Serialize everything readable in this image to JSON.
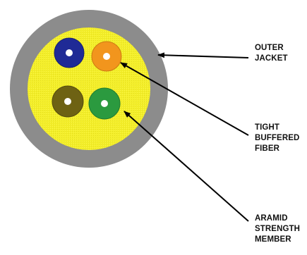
{
  "labels": {
    "outer_jacket": [
      "OUTER",
      "JACKET"
    ],
    "tight_buffered_fiber": [
      "TIGHT",
      "BUFFERED",
      "FIBER"
    ],
    "aramid_strength_member": [
      "ARAMID",
      "STRENGTH",
      "MEMBER"
    ]
  },
  "components": {
    "outer_jacket": "outer-jacket",
    "aramid_strength_member": "aramid-yarn",
    "fibers": [
      {
        "name": "blue",
        "color": "#1f2a96"
      },
      {
        "name": "orange",
        "color": "#f2951d"
      },
      {
        "name": "brown",
        "color": "#6e6213"
      },
      {
        "name": "green",
        "color": "#2b9a3f"
      }
    ]
  },
  "colors": {
    "jacket": "#8c8c8c",
    "aramid": "#f3ee2a",
    "fiber_core": "#ffffff",
    "arrows": "#000000"
  }
}
